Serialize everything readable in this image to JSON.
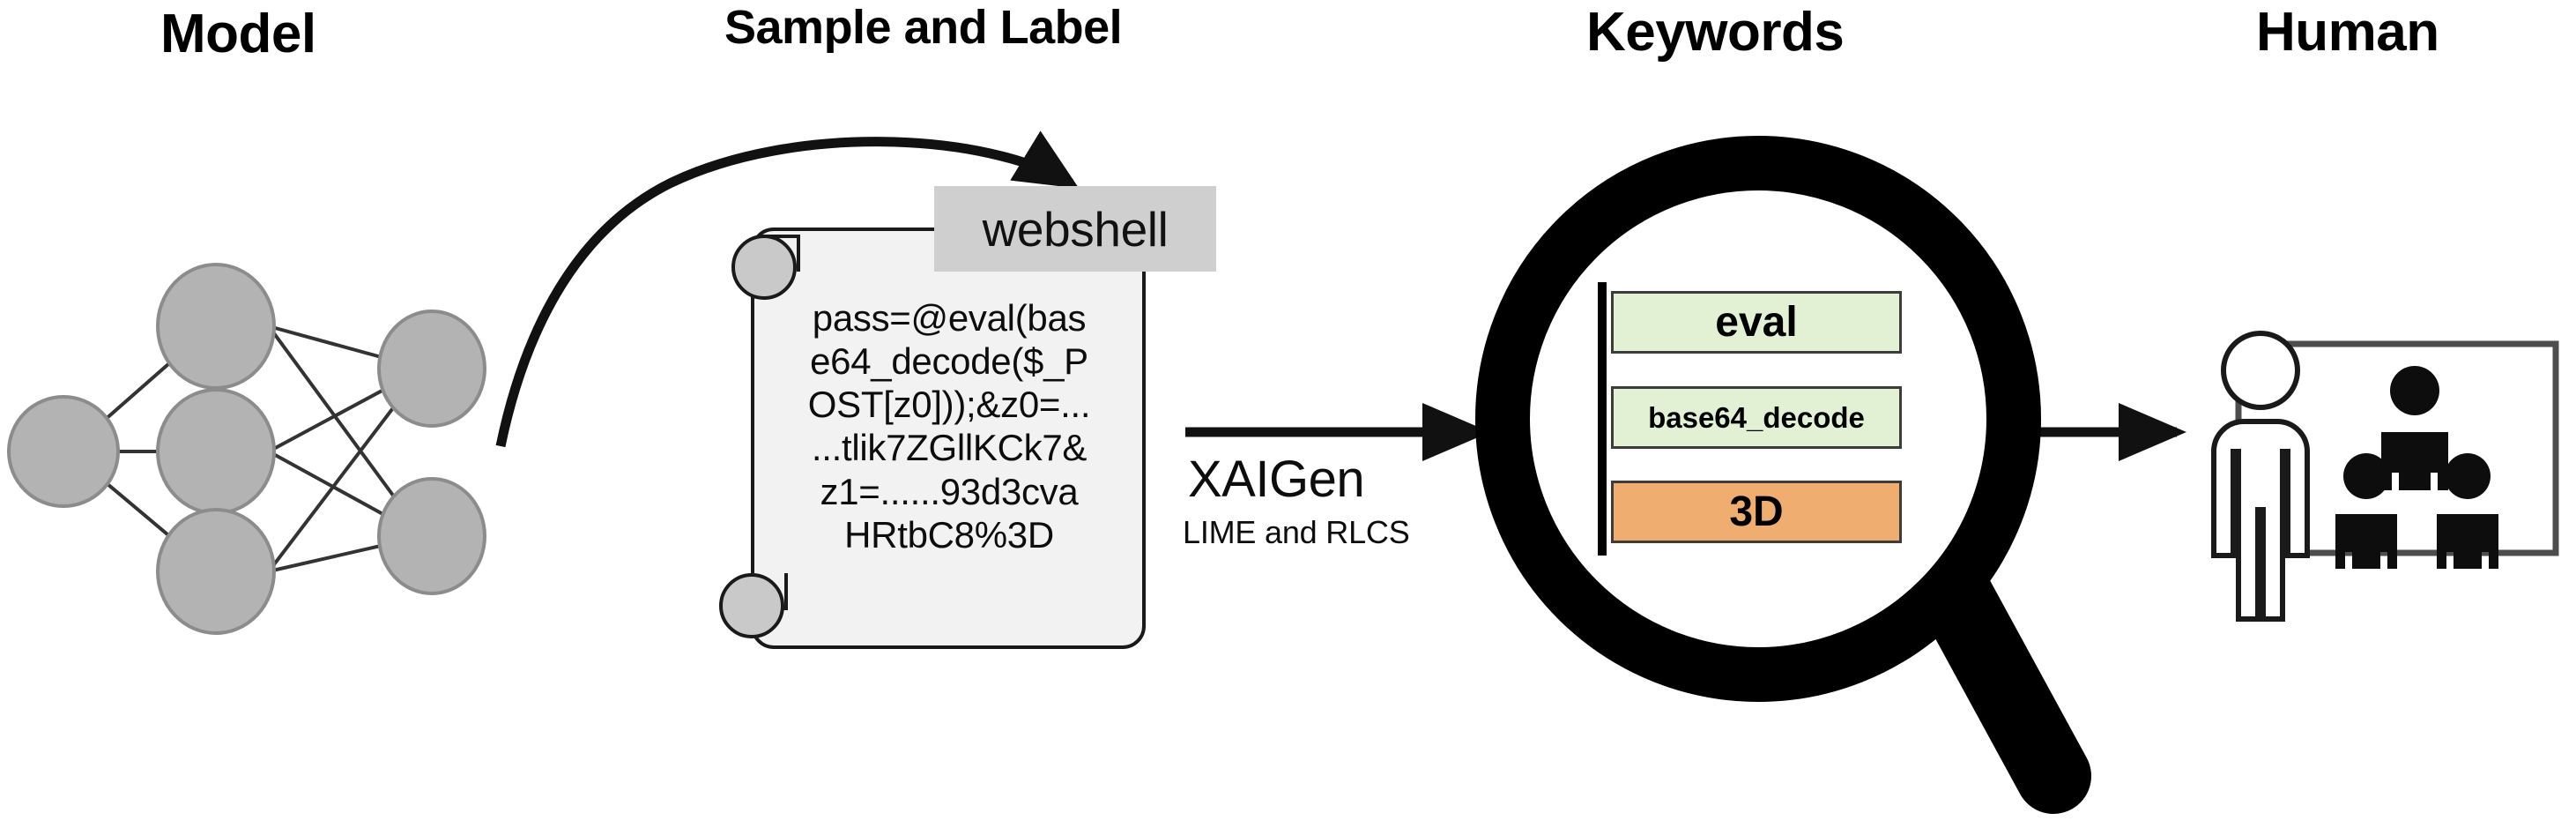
{
  "headings": {
    "model": "Model",
    "sample": "Sample and Label",
    "keywords": "Keywords",
    "human": "Human"
  },
  "sample": {
    "label": "webshell",
    "code_lines": [
      "pass=@eval(bas",
      "e64_decode($_P",
      "OST[z0]));&z0=...",
      "...tlik7ZGllKCk7&",
      "z1=......93d3cva",
      "HRtbC8%3D"
    ]
  },
  "process": {
    "title": "XAIGen",
    "subtitle": "LIME and RLCS"
  },
  "keywords": {
    "items": [
      {
        "label": "eval",
        "color": "#e2f0d4"
      },
      {
        "label": "base64_decode",
        "color": "#e2f0d4"
      },
      {
        "label": "3D",
        "color": "#f0ad70"
      }
    ]
  },
  "colors": {
    "node_fill": "#b3b3b3",
    "node_stroke": "#8c8c8c",
    "edge": "#333333",
    "arrow": "#111111",
    "scroll_fill": "#f2f2f2",
    "scroll_stroke": "#1a1a1a",
    "label_fill": "#cfcfcf",
    "keyword_green": "#e2f0d4",
    "keyword_orange": "#f0ad70",
    "magnifier": "#000000",
    "background": "#ffffff"
  },
  "model": {
    "layers": [
      {
        "name": "input",
        "node_count": 1
      },
      {
        "name": "hidden",
        "node_count": 3
      },
      {
        "name": "output",
        "node_count": 2
      }
    ]
  },
  "human_icon": {
    "presenter": "person-outline",
    "audience_count": 3
  }
}
